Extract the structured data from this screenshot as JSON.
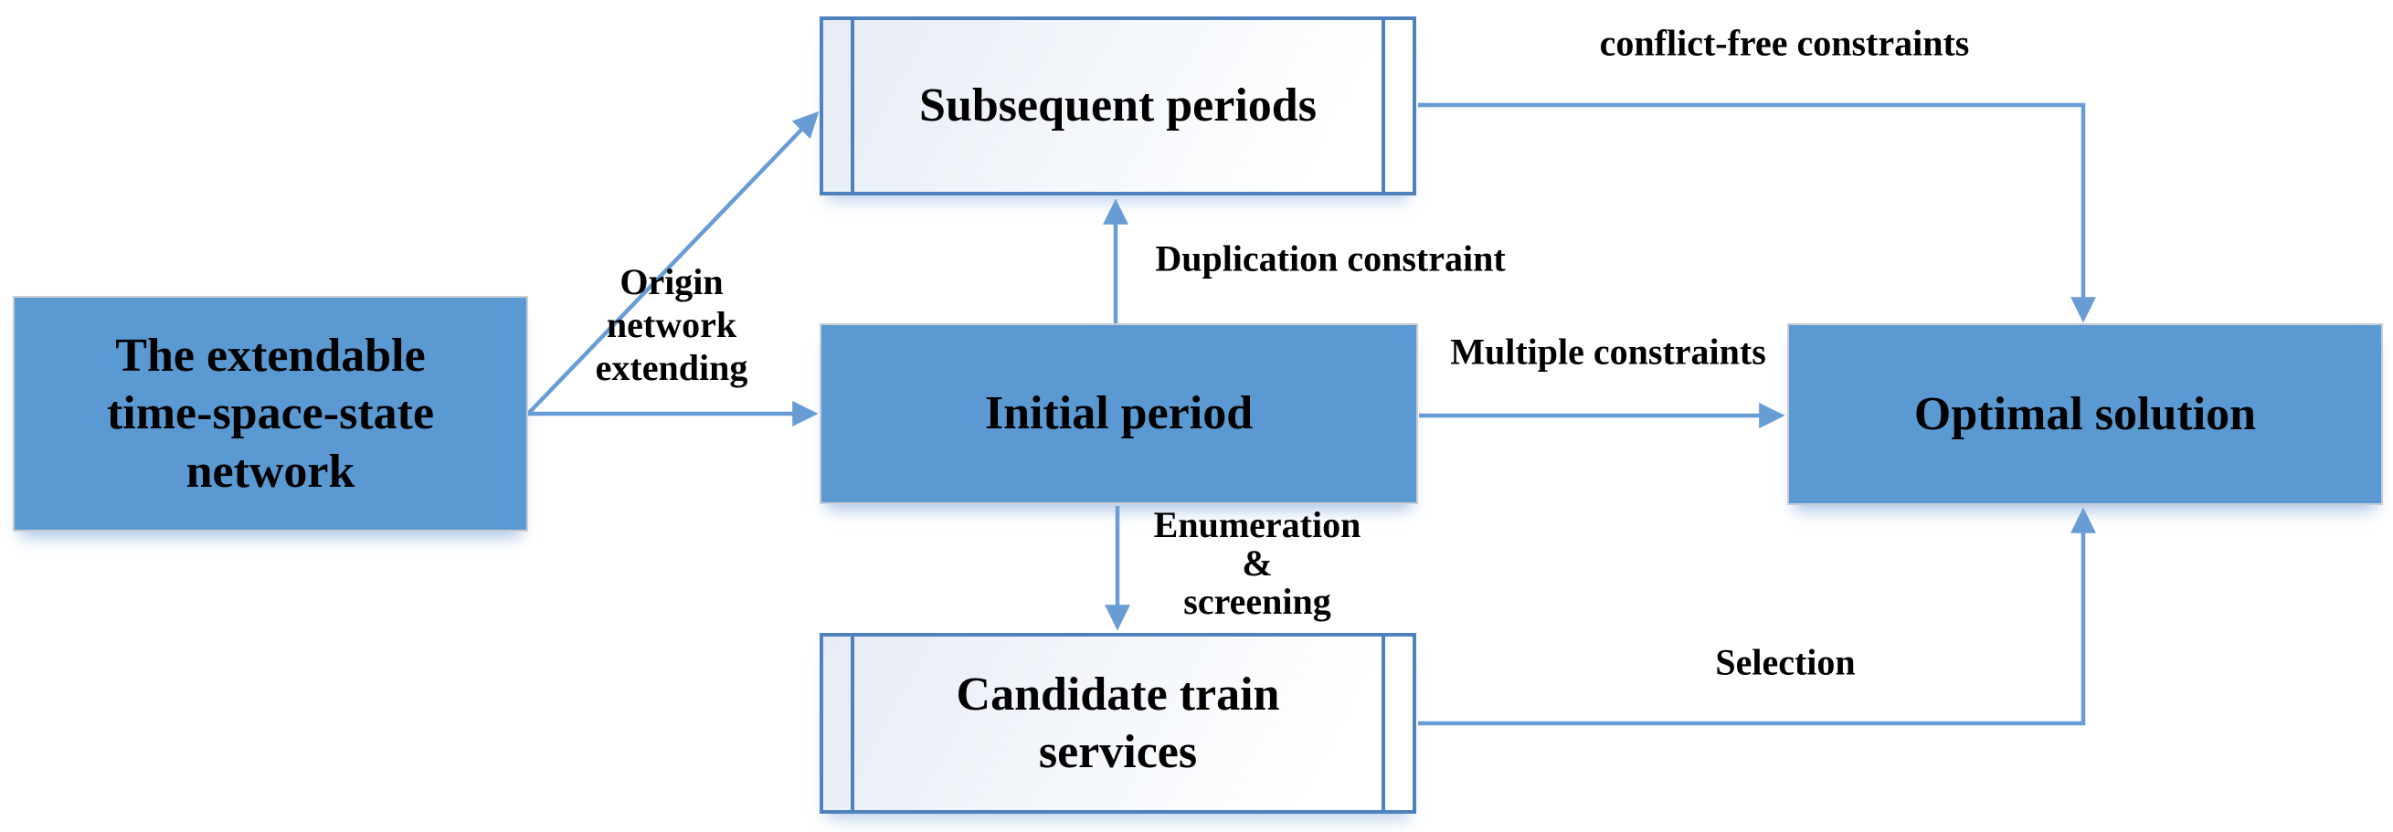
{
  "diagram": {
    "colors": {
      "solid_node_fill": "#5b99d2",
      "solid_node_border": "#c9cdd3",
      "process_node_border": "#4f81bd",
      "process_node_fill_start": "#e7ecf5",
      "process_node_fill_end": "#ffffff",
      "connector": "#689cd5",
      "text": "#000000",
      "background": "#ffffff"
    },
    "nodes": {
      "network": {
        "label": "The extendable time-space-state network",
        "lines": [
          "The extendable",
          "time-space-state",
          "network"
        ],
        "shape": "solid-rectangle"
      },
      "subsequent": {
        "label": "Subsequent periods",
        "shape": "predefined-process"
      },
      "initial": {
        "label": "Initial period",
        "shape": "solid-rectangle"
      },
      "candidate": {
        "label": "Candidate train services",
        "lines": [
          "Candidate train",
          "services"
        ],
        "shape": "predefined-process"
      },
      "optimal": {
        "label": "Optimal solution",
        "shape": "solid-rectangle"
      }
    },
    "edge_labels": {
      "origin": {
        "label": "Origin network extending",
        "lines": [
          "Origin",
          "network",
          "extending"
        ]
      },
      "duplication": "Duplication constraint",
      "conflict_free": "conflict-free constraints",
      "multiple": "Multiple constraints",
      "enumeration": {
        "label": "Enumeration & screening",
        "lines": [
          "Enumeration",
          "&",
          "screening"
        ]
      },
      "selection": "Selection"
    },
    "edges": [
      {
        "from": "The extendable time-space-state network",
        "to": "Subsequent periods",
        "label": "Origin network extending"
      },
      {
        "from": "The extendable time-space-state network",
        "to": "Initial period",
        "label": "Origin network extending"
      },
      {
        "from": "Initial period",
        "to": "Subsequent periods",
        "label": "Duplication constraint"
      },
      {
        "from": "Initial period",
        "to": "Optimal solution",
        "label": "Multiple constraints"
      },
      {
        "from": "Subsequent periods",
        "to": "Optimal solution",
        "label": "conflict-free constraints"
      },
      {
        "from": "Initial period",
        "to": "Candidate train services",
        "label": "Enumeration & screening"
      },
      {
        "from": "Candidate train services",
        "to": "Optimal solution",
        "label": "Selection"
      }
    ]
  }
}
